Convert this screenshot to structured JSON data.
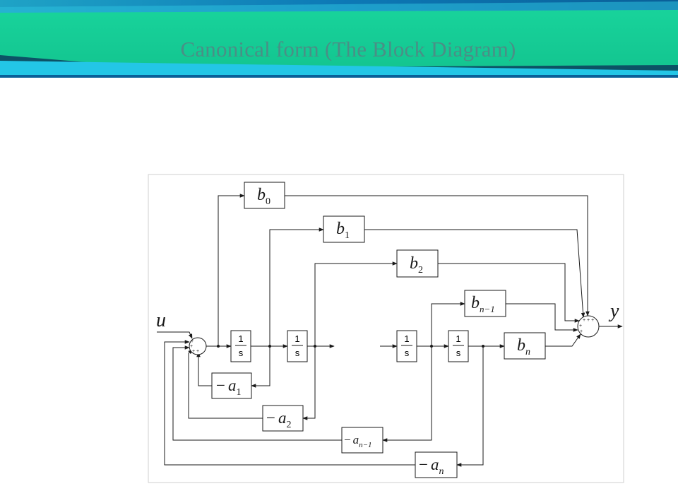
{
  "slide": {
    "title": "Canonical form (The Block Diagram)"
  },
  "diagram": {
    "input_label": "u",
    "output_label": "y",
    "integrators": [
      {
        "num": "1",
        "den": "s"
      },
      {
        "num": "1",
        "den": "s"
      },
      {
        "num": "1",
        "den": "s"
      },
      {
        "num": "1",
        "den": "s"
      }
    ],
    "forward_gains": [
      {
        "base": "b",
        "sub": "0"
      },
      {
        "base": "b",
        "sub": "1"
      },
      {
        "base": "b",
        "sub": "2"
      },
      {
        "base": "b",
        "sub": "n−1"
      },
      {
        "base": "b",
        "sub": "n"
      }
    ],
    "feedback_gains": [
      {
        "prefix": "−",
        "base": "a",
        "sub": "1"
      },
      {
        "prefix": "−",
        "base": "a",
        "sub": "2"
      },
      {
        "prefix": "−",
        "base": "a",
        "sub": "n−1"
      },
      {
        "prefix": "−",
        "base": "a",
        "sub": "n"
      }
    ],
    "colors": {
      "header_teal": "#17cc95",
      "header_blue": "#0b6aa3",
      "line": "#1a1a1a"
    }
  }
}
